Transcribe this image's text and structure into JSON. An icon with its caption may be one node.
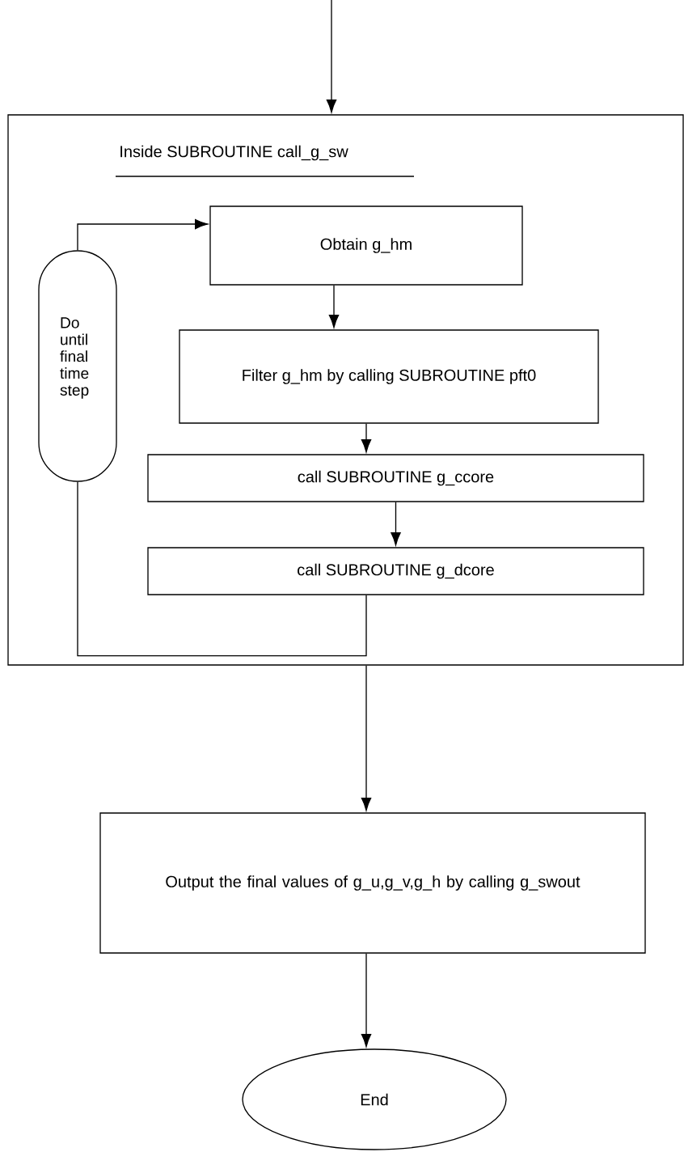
{
  "diagram": {
    "nodes": [
      {
        "text": [
          "Inside SUBROUTINE call_g_sw"
        ]
      },
      {
        "text": [
          "Do until final time step"
        ],
        "in": 0
      },
      {
        "text": [
          "Obtain g_hm"
        ],
        "in": 0
      },
      {
        "text": [
          "Filter g_hm by calling SUBROUTINE pft0"
        ],
        "in": 0
      },
      {
        "text": [
          "call SUBROUTINE g_ccore"
        ],
        "in": 0
      },
      {
        "text": [
          "call SUBROUTINE g_dcore"
        ],
        "in": 0
      },
      {
        "text": [
          "Output the final values of g_u,g_v,g_h by calling g_swout"
        ]
      },
      {
        "text": [
          "End"
        ]
      }
    ],
    "edges": [
      {
        "from": null,
        "to": 0,
        "arrow": "to"
      },
      {
        "from": 1,
        "to": 2,
        "arrow": "to"
      },
      {
        "from": 2,
        "to": 3,
        "arrow": "to"
      },
      {
        "from": 3,
        "to": 4,
        "arrow": "to"
      },
      {
        "from": 4,
        "to": 5,
        "arrow": "to"
      },
      {
        "from": 5,
        "to": 1,
        "arrow": "none"
      },
      {
        "from": 0,
        "to": 6,
        "arrow": "to"
      },
      {
        "from": 6,
        "to": 7,
        "arrow": "to"
      }
    ]
  }
}
